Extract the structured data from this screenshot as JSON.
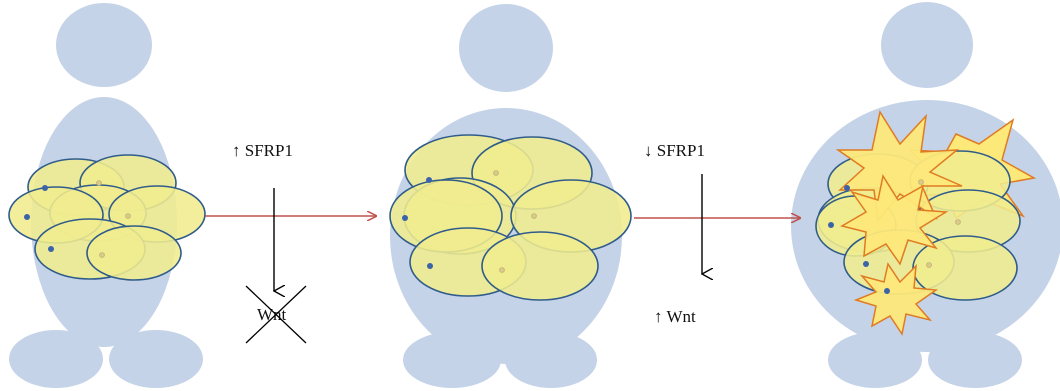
{
  "colors": {
    "body": "#c5d3e8",
    "adipocyte_fill": "#f0ec8e",
    "adipocyte_stroke": "#2f5c8a",
    "nucleus_blue": "#3a63a8",
    "red_arrow": "#c0504d",
    "burst_fill": "#fde87a",
    "burst_stroke": "#e07b22"
  },
  "labels": {
    "step1_sfrp1": "↑ SFRP1",
    "step1_wnt": "Wnt",
    "step2_sfrp1": "↓ SFRP1",
    "step2_wnt": "↑ Wnt"
  },
  "figures": [
    {
      "stage": "lean",
      "icon": "person-silhouette-icon"
    },
    {
      "stage": "moderate-obesity",
      "icon": "person-silhouette-icon"
    },
    {
      "stage": "severe-obesity",
      "icon": "person-silhouette-icon"
    }
  ],
  "transitions": [
    {
      "from": "lean",
      "to": "moderate-obesity",
      "sfrp1": "increased",
      "wnt": "blocked"
    },
    {
      "from": "moderate-obesity",
      "to": "severe-obesity",
      "sfrp1": "decreased",
      "wnt": "increased"
    }
  ]
}
